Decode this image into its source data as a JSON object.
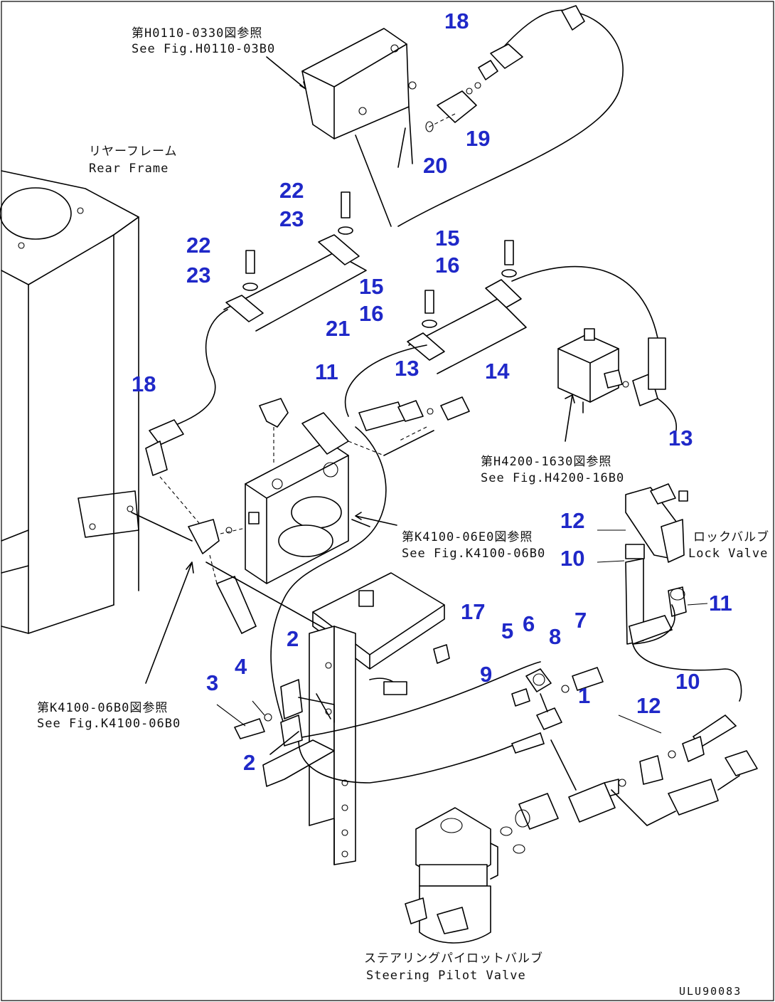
{
  "callouts": {
    "c18a": "18",
    "c19": "19",
    "c20": "20",
    "c22a": "22",
    "c23a": "23",
    "c22b": "22",
    "c23b": "23",
    "c21": "21",
    "c15a": "15",
    "c16a": "16",
    "c15b": "15",
    "c16b": "16",
    "c14": "14",
    "c11a": "11",
    "c13a": "13",
    "c18b": "18",
    "c13b": "13",
    "c12a": "12",
    "c10a": "10",
    "c11b": "11",
    "c17": "17",
    "c5": "5",
    "c6": "6",
    "c8": "8",
    "c7": "7",
    "c9": "9",
    "c1": "1",
    "c10b": "10",
    "c12b": "12",
    "c2a": "2",
    "c3": "3",
    "c4": "4",
    "c2b": "2"
  },
  "refs": {
    "h0110_jp": "第H0110-0330図参照",
    "h0110_en": "See Fig.H0110-03B0",
    "rear_jp": "リヤーフレーム",
    "rear_en": "Rear Frame",
    "h4200_jp": "第H4200-1630図参照",
    "h4200_en": "See Fig.H4200-16B0",
    "k4100a_jp": "第K4100-06E0図参照",
    "k4100a_en": "See Fig.K4100-06B0",
    "lock_jp": "ロックバルブ",
    "lock_en": "Lock Valve",
    "k4100b_jp": "第K4100-06B0図参照",
    "k4100b_en": "See Fig.K4100-06B0",
    "steer_jp": "ステアリングパイロットバルブ",
    "steer_en": "Steering Pilot Valve"
  },
  "drawing_code": "ULU90083",
  "colors": {
    "callout": "#1f28c8",
    "line": "#000000"
  }
}
